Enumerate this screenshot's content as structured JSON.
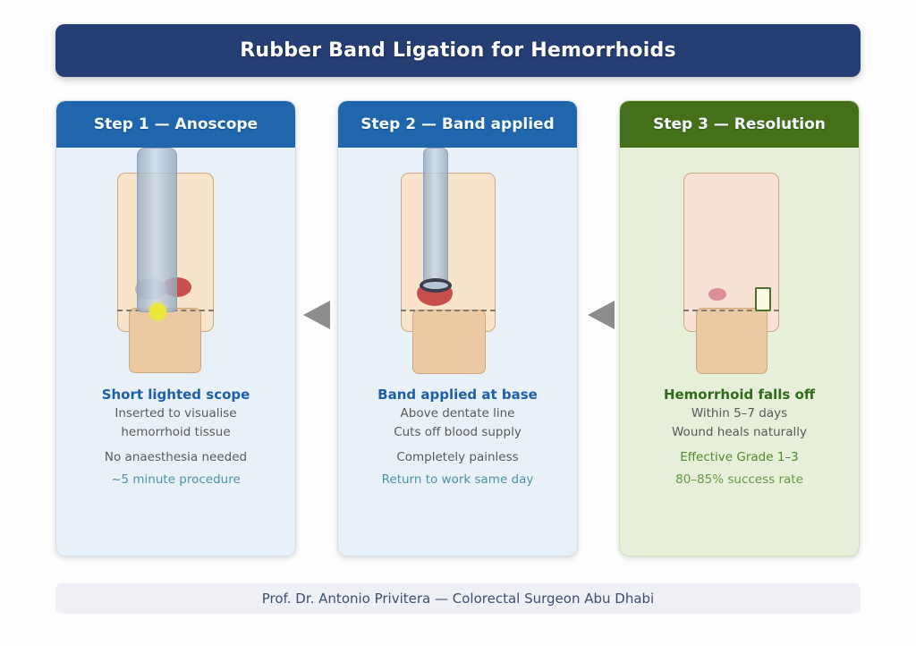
{
  "title_bar": {
    "title": "Rubber Band Ligation for Hemorrhoids"
  },
  "steps": [
    {
      "header": "Step 1 — Anoscope",
      "caption": "Short lighted scope",
      "lines": [
        "Inserted to visualise",
        "hemorrhoid tissue",
        "No anaesthesia needed",
        "~5 minute procedure"
      ]
    },
    {
      "header": "Step 2 — Band applied",
      "caption": "Band applied at base",
      "lines": [
        "Above dentate line",
        "Cuts off blood supply",
        "Completely painless",
        "Return to work same day"
      ]
    },
    {
      "header": "Step 3 — Resolution",
      "caption": "Hemorrhoid falls off",
      "lines": [
        "Within 5–7 days",
        "Wound heals naturally",
        "Effective Grade 1–3",
        "80–85% success rate"
      ]
    }
  ],
  "footer": {
    "text": "Prof. Dr. Antonio Privitera — Colorectal Surgeon Abu Dhabi"
  },
  "icons": {
    "arrow_between_steps": "left-triangle-icon",
    "scope_light": "yellow-light-dot",
    "rubber_band": "dark-ring"
  },
  "palette": {
    "title_bar_bg": "#253e74",
    "blue_header_bg": "#1f66ad",
    "green_header_bg": "#44701a",
    "blue_body_bg": "#e9f1f8",
    "green_body_bg": "#e6efd8",
    "caption_blue": "#1d5fa8",
    "caption_green": "#2f6b1c",
    "accent_teal": "#4b93a5",
    "accent_green_dark": "#4f8a2b",
    "accent_green_light": "#689b41",
    "body_text_gray": "#5a5a5a",
    "arrow_gray": "#8c8c8c",
    "tissue_fill": "#f8e3cb",
    "tissue_fill_healed": "#f7e2d5",
    "tissue_stroke": "#cfa77d",
    "anal_canal_fill": "#ebc9a2",
    "scope_tube_fill": "#b3c4d6",
    "hemorrhoid_red": "#c94f4c",
    "hemorrhoid_faded": "#b5abc0",
    "healing_spot_pink": "#dd8f96",
    "scope_light_yellow": "#ece93c",
    "rubber_band_dark": "#3c3f4e",
    "footer_bg": "#eef0f5",
    "footer_text": "#3d4f6e"
  }
}
